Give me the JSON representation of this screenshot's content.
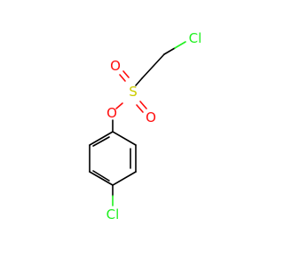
{
  "molecule": {
    "atoms": {
      "cl_top": "Cl",
      "sulfur": "S",
      "o_left": "O",
      "o_right": "O",
      "o_ester": "O",
      "cl_bottom": "Cl"
    },
    "colors": {
      "bond": "#000000",
      "oxygen": "#ff0d0d",
      "sulfur": "#cccc00",
      "chlorine": "#1ff01f"
    }
  }
}
